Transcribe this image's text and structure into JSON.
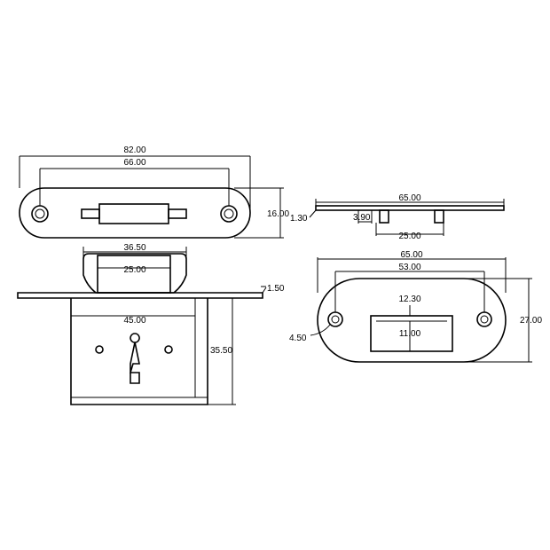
{
  "dimensions": {
    "front_overall_length": "82.00",
    "front_hole_spacing": "66.00",
    "front_height": "16.00",
    "side_length": "65.00",
    "side_thickness": "1.30",
    "side_offset": "3.90",
    "side_pin_spacing": "25.00",
    "body_top_width": "36.50",
    "body_inner_width": "25.00",
    "flange_thickness": "1.50",
    "case_width": "45.00",
    "case_depth": "35.50",
    "plate_length": "65.00",
    "plate_hole_spacing": "53.00",
    "plate_slot_offset": "12.30",
    "plate_slot_width": "11.00",
    "plate_hole_diameter": "4.50",
    "plate_height": "27.00"
  }
}
